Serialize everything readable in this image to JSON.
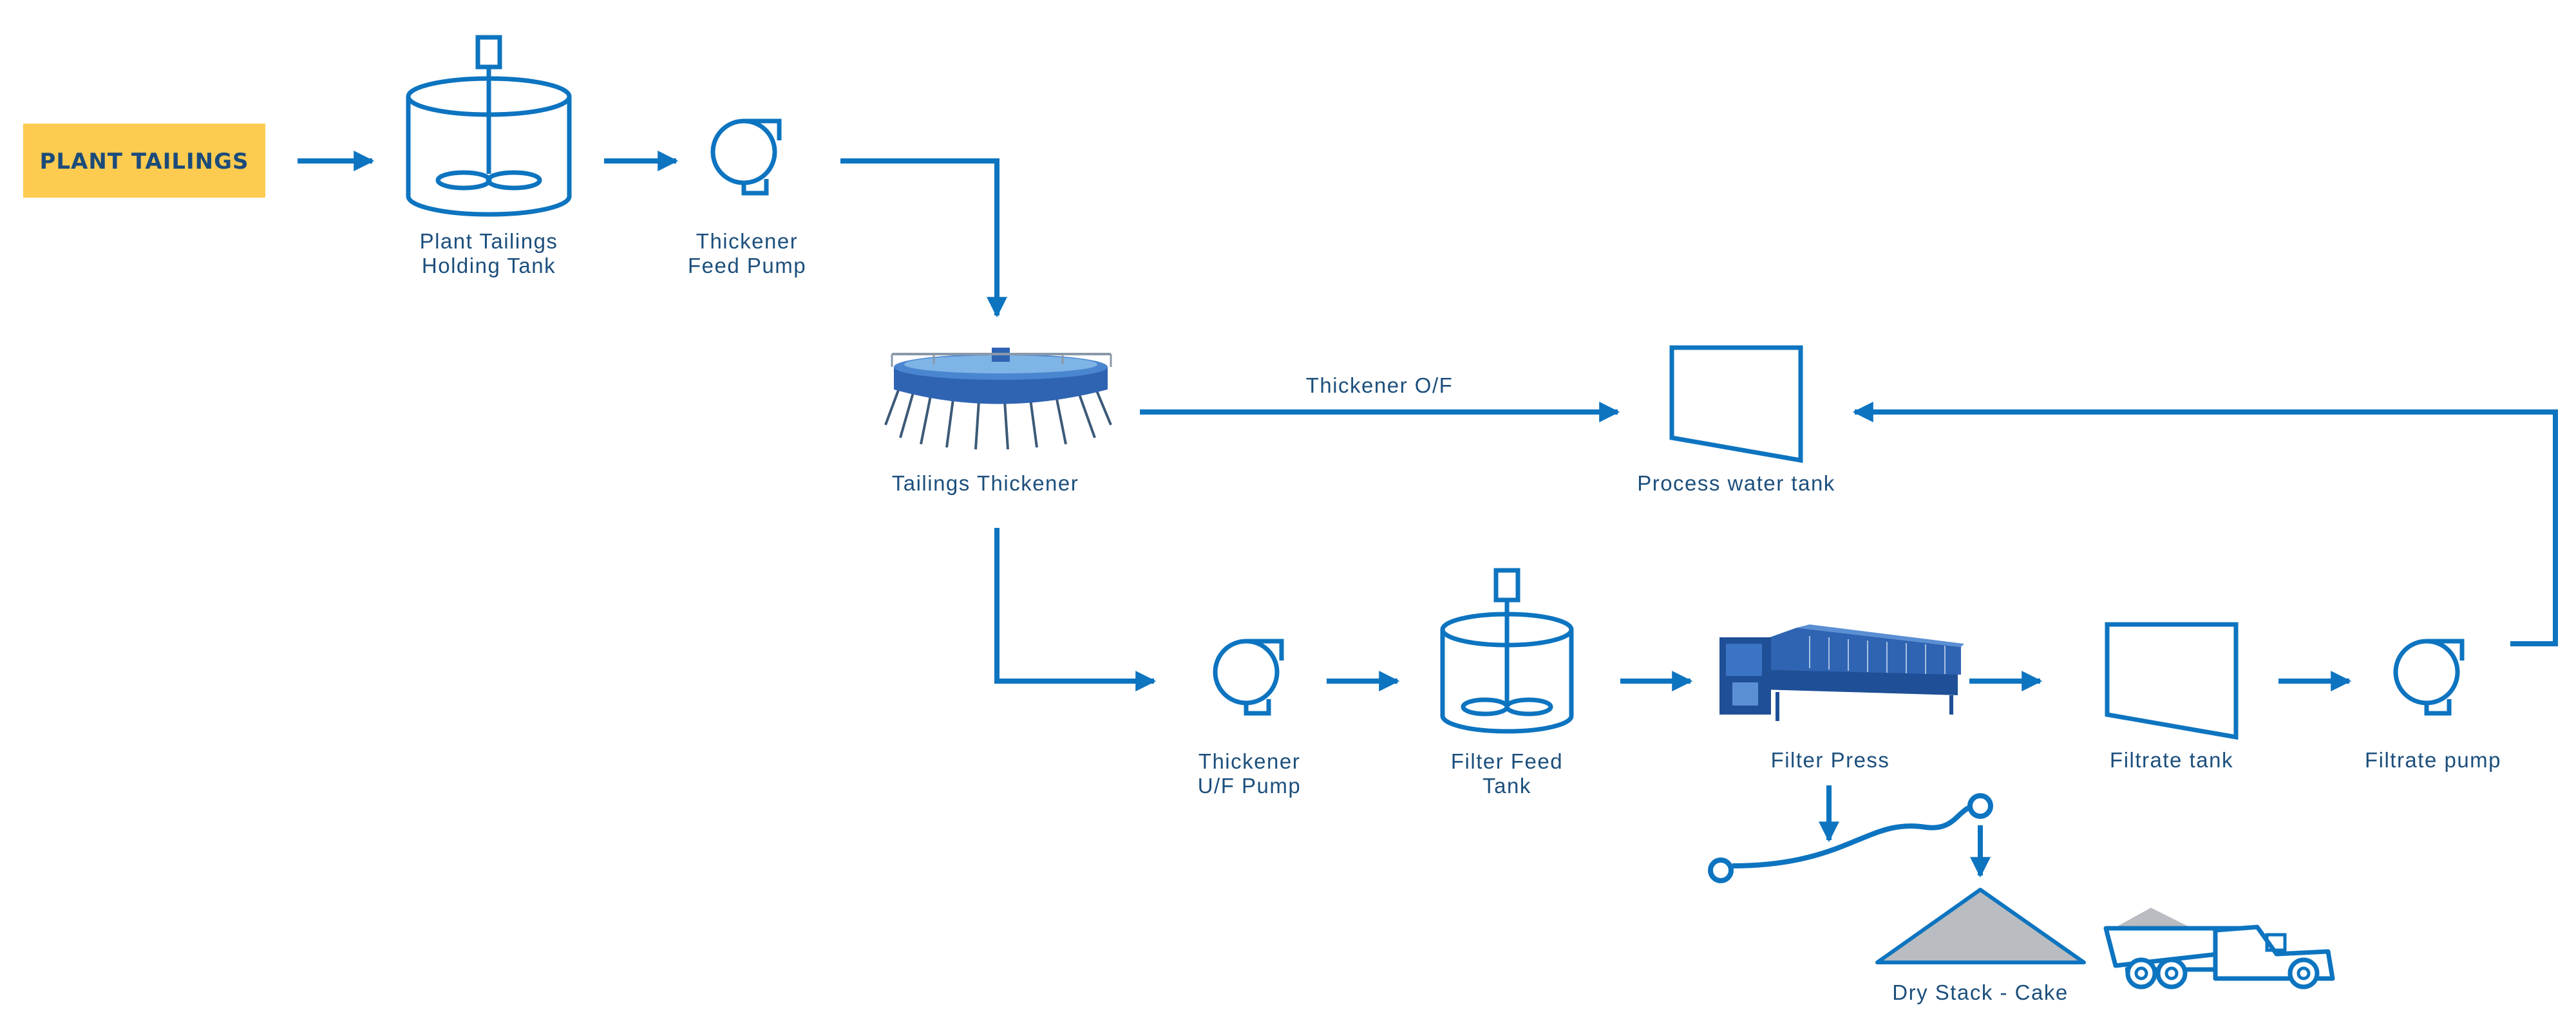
{
  "colors": {
    "line": "#0d74c0",
    "label_text": "#1c4f7c",
    "badge_fill": "#fdcb4f",
    "badge_text": "#1b4b7a",
    "stack_fill": "#b9bcc0",
    "machine_blue": "#2f64b3"
  },
  "source": {
    "label": "PLANT TAILINGS"
  },
  "nodes": {
    "holding_tank": {
      "line1": "Plant Tailings",
      "line2": "Holding Tank",
      "icon": "agitated-tank-icon"
    },
    "feed_pump": {
      "line1": "Thickener",
      "line2": "Feed Pump",
      "icon": "pump-icon"
    },
    "thickener": {
      "line1": "Tailings Thickener",
      "icon": "thickener-icon"
    },
    "process_water_tank": {
      "line1": "Process water tank",
      "icon": "tank-icon"
    },
    "uf_pump": {
      "line1": "Thickener",
      "line2": "U/F Pump",
      "icon": "pump-icon"
    },
    "filter_feed_tank": {
      "line1": "Filter Feed",
      "line2": "Tank",
      "icon": "agitated-tank-icon"
    },
    "filter_press": {
      "line1": "Filter Press",
      "icon": "filter-press-icon"
    },
    "filtrate_tank": {
      "line1": "Filtrate tank",
      "icon": "tank-icon"
    },
    "filtrate_pump": {
      "line1": "Filtrate pump",
      "icon": "pump-icon"
    },
    "dry_stack": {
      "line1": "Dry Stack - Cake",
      "icon": "stockpile-icon"
    }
  },
  "flows": {
    "overflow": {
      "label": "Thickener O/F"
    }
  },
  "equipment": {
    "conveyor": {
      "icon": "conveyor-icon"
    },
    "truck": {
      "icon": "dump-truck-icon"
    }
  }
}
